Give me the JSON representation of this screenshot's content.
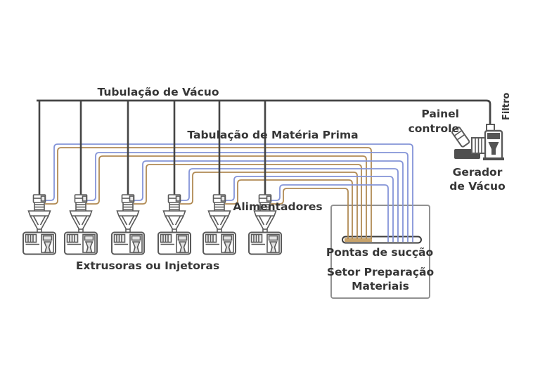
{
  "diagram": {
    "title_hint": "Central vacuum conveying system diagram",
    "labels": {
      "vacuum_pipe": "Tubulação de Vácuo",
      "raw_material_pipe": "Tabulação de Matéria Prima",
      "control_panel_line1": "Painel",
      "control_panel_line2": "controle",
      "filter": "Filtro",
      "vacuum_generator_line1": "Gerador",
      "vacuum_generator_line2": "de Vácuo",
      "feeders": "Alimentadores",
      "extruders": "Extrusoras ou Injetoras",
      "suction_tips": "Pontas de sucção",
      "prep_sector_line1": "Setor Preparação",
      "prep_sector_line2": "Materiais"
    },
    "counts": {
      "extruder_machines": 6,
      "vacuum_drop_lines": 6,
      "material_line_pairs": 6
    },
    "colors": {
      "vacuum_line": "#454545",
      "material_line_blue": "#8494d8",
      "material_line_brown": "#b18a54",
      "suction_bar_outline": "#3d3d3d",
      "suction_bar_brown_fill": "#c8a36a",
      "prep_box_border": "#919191",
      "machine_stroke": "#5a5a5a",
      "text": "#363636",
      "background": "#ffffff"
    }
  }
}
